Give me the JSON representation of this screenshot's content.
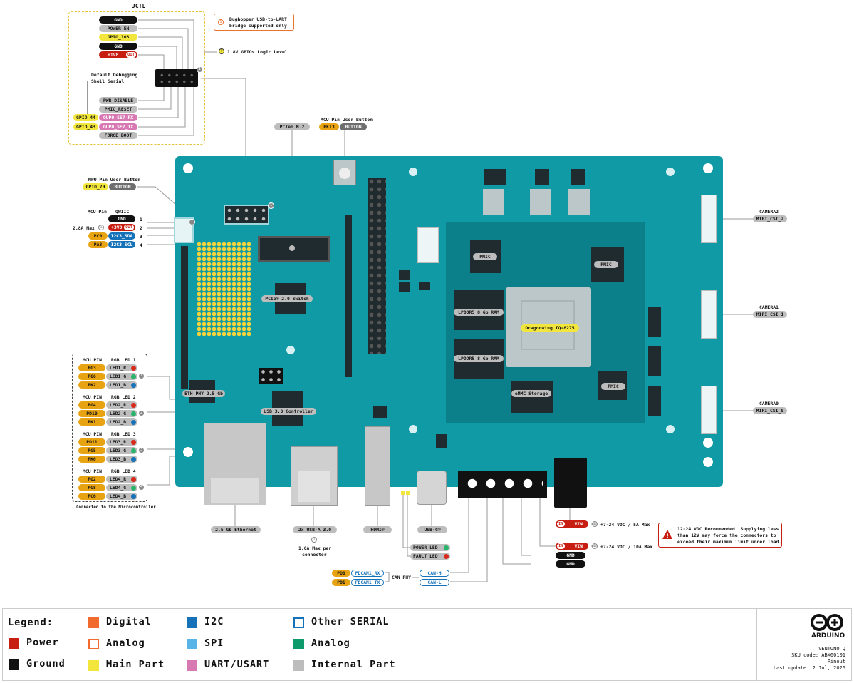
{
  "jctl": {
    "title": "JCTL",
    "pins_right": [
      "GND",
      "POWER_EN",
      "GPIO_103",
      "GND",
      "+1V8",
      "PWR_DISABLE",
      "PMIC_RESET",
      "QUP0_SE7_RX",
      "QUP0_SE7_TX",
      "FORCE_BOOT"
    ],
    "out_tag": "OUT",
    "gpio_left": [
      "GPIO_44",
      "GPIO_43"
    ],
    "debug_label": [
      "Default Debugging",
      "Shell Serial"
    ],
    "logic_note": "1.8V GPIOs Logic Level",
    "bridge_note": [
      "Bughopper USB-to-UART",
      "bridge supported only"
    ],
    "header_number": "1"
  },
  "top_labels": {
    "pcie_m2": "PCIe® M.2",
    "mcu_button_title": "MCU Pin User Button",
    "mcu_button_pin": "PK13",
    "mcu_button_label": "BUTTON",
    "mpu_button_title": "MPU Pin User Button",
    "mpu_button_pin": "GPIO_79",
    "mpu_button_label": "BUTTON"
  },
  "qwiic": {
    "head_mcu": "MCU Pin",
    "head_qwiic": "QWIIC",
    "max_current": "2.8A Max",
    "rows": [
      {
        "mcu": "",
        "name": "GND",
        "num": "1"
      },
      {
        "mcu": "",
        "name": "+3V3",
        "tag": "OUT",
        "num": "2"
      },
      {
        "mcu": "PC9",
        "name": "I2C3_SDA",
        "num": "3"
      },
      {
        "mcu": "PA8",
        "name": "I2C3_SCL",
        "num": "4"
      }
    ]
  },
  "rgb": {
    "col_mcu": "MCU PIN",
    "groups": [
      {
        "title": "RGB LED 1",
        "num": "1",
        "rows": [
          [
            "PG3",
            "LED1_R"
          ],
          [
            "PG6",
            "LED1_G"
          ],
          [
            "PK2",
            "LED1_B"
          ]
        ]
      },
      {
        "title": "RGB LED 2",
        "num": "2",
        "rows": [
          [
            "PG4",
            "LED2_R"
          ],
          [
            "PD10",
            "LED2_G"
          ],
          [
            "PK1",
            "LED2_B"
          ]
        ]
      },
      {
        "title": "RGB LED 3",
        "num": "3",
        "rows": [
          [
            "PD11",
            "LED3_R"
          ],
          [
            "PG5",
            "LED3_G"
          ],
          [
            "PK0",
            "LED3_B"
          ]
        ]
      },
      {
        "title": "RGB LED 4",
        "num": "4",
        "rows": [
          [
            "PG2",
            "LED4_R"
          ],
          [
            "PG8",
            "LED4_G"
          ],
          [
            "PC6",
            "LED4_B"
          ]
        ]
      }
    ],
    "footer": "Connected to the Microcontroller"
  },
  "board": {
    "pcie_switch": "PCIe® 2.0 Switch",
    "eth_phy": "ETH PHY 2.5 Gb",
    "usb_controller": "USB 3.0 Controller",
    "pmic1": "PMIC",
    "pmic2": "PMIC",
    "pmic3": "PMIC",
    "ram1": "LPDDR5 8 Gb RAM",
    "ram2": "LPDDR5 8 Gb RAM",
    "soc": "Dragonwing IQ-8275",
    "emmc": "eMMC Storage",
    "header_number": "1",
    "qwiic_number": "1"
  },
  "cameras": [
    {
      "title": "CAMERA2",
      "name": "MIPI_CSI_2"
    },
    {
      "title": "CAMERA1",
      "name": "MIPI_CSI_1"
    },
    {
      "title": "CAMERA0",
      "name": "MIPI_CSI_0"
    }
  ],
  "bottom": {
    "ethernet": "2.5 Gb Ethernet",
    "usb_a": "2x USB-A 3.0",
    "usb_note": [
      "1.0A Max per",
      "connector"
    ],
    "hdmi": "HDMI®",
    "usb_c": "USB-C®",
    "power_led": "POWER LED",
    "fault_led": "FAULT LED",
    "can_pins": [
      [
        "PD0",
        "FDCAN1_RX"
      ],
      [
        "PD1",
        "FDCAN1_TX"
      ]
    ],
    "can_phy": "CAN PHY",
    "can_lines": [
      "CAN-H",
      "CAN-L"
    ],
    "vin_tag": "IN",
    "vin_label": "VIN",
    "vin1_note": "+7-24 VDC / 5A Max",
    "vin2_note": "+7-24 VDC / 10A Max",
    "gnd": "GND",
    "warning": [
      "12-24 VDC Recommended. Supplying less",
      "than 12V may force the connectors to",
      "exceed their maximum limit under load."
    ]
  },
  "legend": {
    "title": "Legend:",
    "items": [
      {
        "label": "Power",
        "color": "#c81d11"
      },
      {
        "label": "Ground",
        "color": "#111111"
      },
      {
        "label": "Digital",
        "color": "#f26b2e"
      },
      {
        "label": "Analog",
        "color": "#f26b2e",
        "outline": true
      },
      {
        "label": "Main Part",
        "color": "#f2e63c"
      },
      {
        "label": "I2C",
        "color": "#1572b8"
      },
      {
        "label": "SPI",
        "color": "#58b4e6"
      },
      {
        "label": "UART/USART",
        "color": "#d879b4"
      },
      {
        "label": "Other SERIAL",
        "color": "#1572b8",
        "outline": true
      },
      {
        "label": "Analog",
        "color": "#0f9a6b"
      },
      {
        "label": "Internal Part",
        "color": "#bdbdbd"
      }
    ]
  },
  "brand": {
    "name": "ARDUINO",
    "product": "VENTUNO Q",
    "sku": "SKU code: ABX00101",
    "doc": "Pinout",
    "updated": "Last update: 2 Jul, 2026"
  },
  "colors": {
    "board": "#0f9aa6",
    "board_dark": "#0b7f8a",
    "ic": "#1f2b2e"
  }
}
